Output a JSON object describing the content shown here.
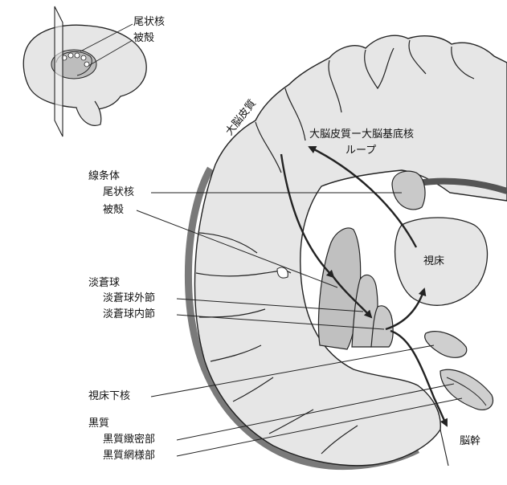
{
  "labels": {
    "inset_caudate": "尾状核",
    "inset_putamen": "被殻",
    "cortex": "大脳皮質",
    "loop_line1": "大脳皮質ー大脳基底核",
    "loop_line2": "ループ",
    "striatum": "線条体",
    "caudate": "尾状核",
    "putamen": "被殻",
    "globus_pallidus": "淡蒼球",
    "gp_external": "淡蒼球外節",
    "gp_internal": "淡蒼球内節",
    "thalamus": "視床",
    "subthalamic": "視床下核",
    "substantia_nigra": "黒質",
    "sn_compacta": "黒質緻密部",
    "sn_reticulata": "黒質網様部",
    "brainstem": "脳幹"
  },
  "colors": {
    "cortex_fill": "#e6e6e6",
    "cortex_rim": "#7a7a7a",
    "nucleus_fill": "#c9c9c9",
    "nucleus_dark": "#b0b0b0",
    "stroke": "#222222",
    "background": "#ffffff"
  }
}
